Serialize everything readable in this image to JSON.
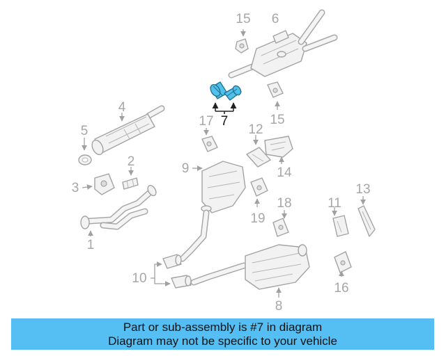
{
  "callouts": {
    "n1": "1",
    "n2": "2",
    "n3": "3",
    "n4": "4",
    "n5": "5",
    "n6": "6",
    "n7": "7",
    "n8": "8",
    "n9": "9",
    "n10": "10",
    "n11": "11",
    "n12": "12",
    "n13": "13",
    "n14": "14",
    "n15a": "15",
    "n15b": "15",
    "n16": "16",
    "n17": "17",
    "n18": "18",
    "n19": "19"
  },
  "highlight": {
    "part_number": "7",
    "color": "#4fc1ea"
  },
  "banner": {
    "line1": "Part or sub-assembly is #7 in diagram",
    "line2": "Diagram may not be specific to your vehicle",
    "background": "#55bff3"
  }
}
